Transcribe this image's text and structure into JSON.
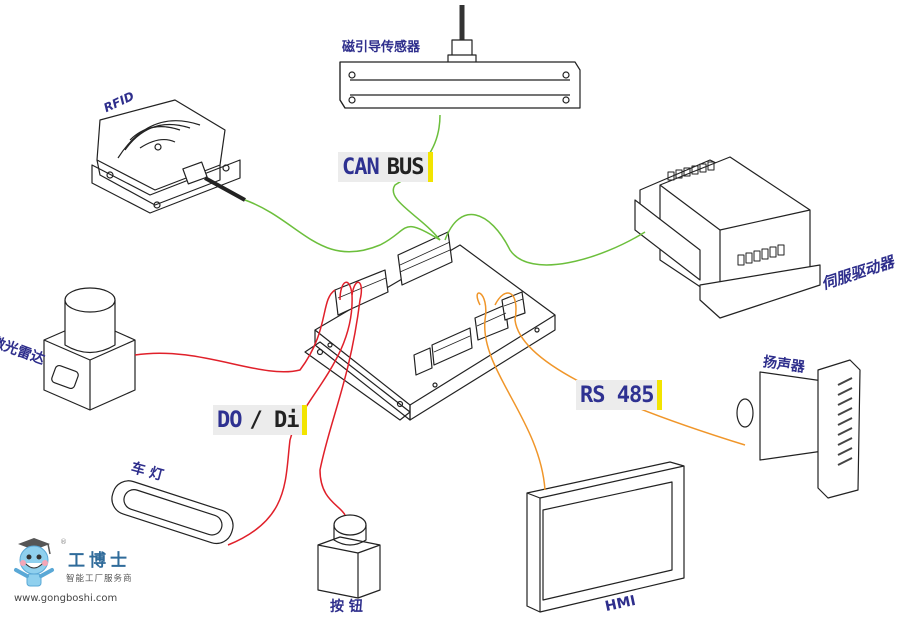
{
  "diagram": {
    "title": "AGV controller wiring diagram",
    "devices": {
      "magnetic_sensor": "磁引导传感器",
      "rfid": "RFID",
      "servo_driver": "伺服驱动器",
      "lidar": "激光雷达",
      "speaker": "扬声器",
      "car_light": "车 灯",
      "button": "按 钮",
      "hmi": "HMI"
    },
    "buses": {
      "can": {
        "part1": "CAN",
        "part2": "BUS"
      },
      "dio": {
        "part1": "DO",
        "part2": "/ Di"
      },
      "rs485": {
        "part1": "RS 485"
      }
    },
    "wire_colors": {
      "can": "#6cbf3c",
      "dio": "#e0202a",
      "rs485": "#f0962a"
    },
    "label_color": "#2e2e8c",
    "accent_bar": "#f2e400"
  },
  "logo": {
    "brand": "工博士",
    "slogan": "智能工厂服务商",
    "url": "www.gongboshi.com",
    "registered": "®"
  }
}
